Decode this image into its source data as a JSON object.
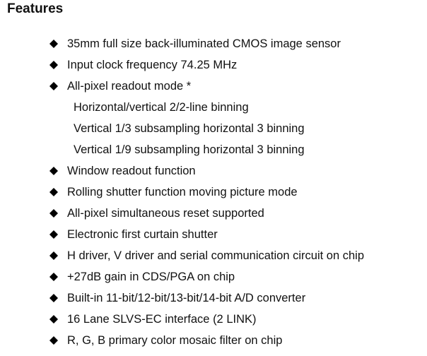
{
  "heading": "Features",
  "features": [
    {
      "text": "35mm full size back-illuminated CMOS image sensor",
      "bullet": true
    },
    {
      "text": "Input clock frequency 74.25 MHz",
      "bullet": true
    },
    {
      "text": "All-pixel readout mode *",
      "bullet": true
    },
    {
      "text": "Horizontal/vertical 2/2-line binning",
      "bullet": false
    },
    {
      "text": "Vertical 1/3 subsampling horizontal 3 binning",
      "bullet": false
    },
    {
      "text": "Vertical 1/9 subsampling horizontal 3 binning",
      "bullet": false
    },
    {
      "text": "Window readout function",
      "bullet": true
    },
    {
      "text": "Rolling shutter function moving picture mode",
      "bullet": true
    },
    {
      "text": "All-pixel simultaneous reset supported",
      "bullet": true
    },
    {
      "text": "Electronic first curtain shutter",
      "bullet": true
    },
    {
      "text": "H driver, V driver and serial communication circuit on chip",
      "bullet": true
    },
    {
      "text": "+27dB gain in CDS/PGA on chip",
      "bullet": true
    },
    {
      "text": "Built-in 11-bit/12-bit/13-bit/14-bit A/D converter",
      "bullet": true
    },
    {
      "text": "16 Lane SLVS-EC interface (2 LINK)",
      "bullet": true
    },
    {
      "text": "R, G, B primary color mosaic filter on chip",
      "bullet": true
    }
  ],
  "bullet_icon": "diamond-icon",
  "colors": {
    "text": "#111111",
    "bullet": "#000000"
  }
}
